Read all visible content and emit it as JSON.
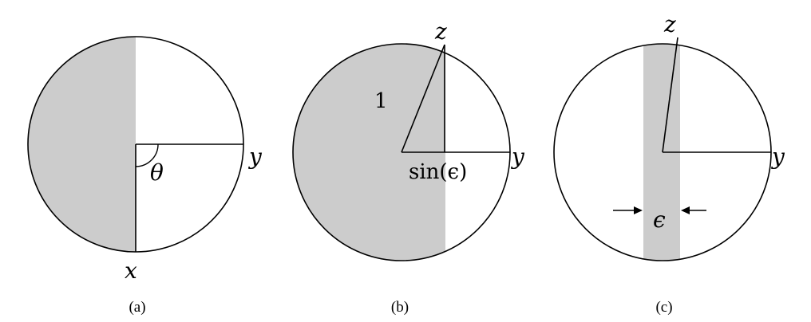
{
  "colors": {
    "shade": "#cccccc",
    "stroke": "#000000",
    "background": "#ffffff"
  },
  "panels": [
    {
      "caption": "(a)",
      "labels": {
        "x": "x",
        "y": "y",
        "angle": "θ"
      }
    },
    {
      "caption": "(b)",
      "labels": {
        "z": "z",
        "y": "y",
        "radius": "1",
        "offset": "sin(ϵ)"
      }
    },
    {
      "caption": "(c)",
      "labels": {
        "z": "z",
        "y": "y",
        "width": "ϵ"
      }
    }
  ]
}
